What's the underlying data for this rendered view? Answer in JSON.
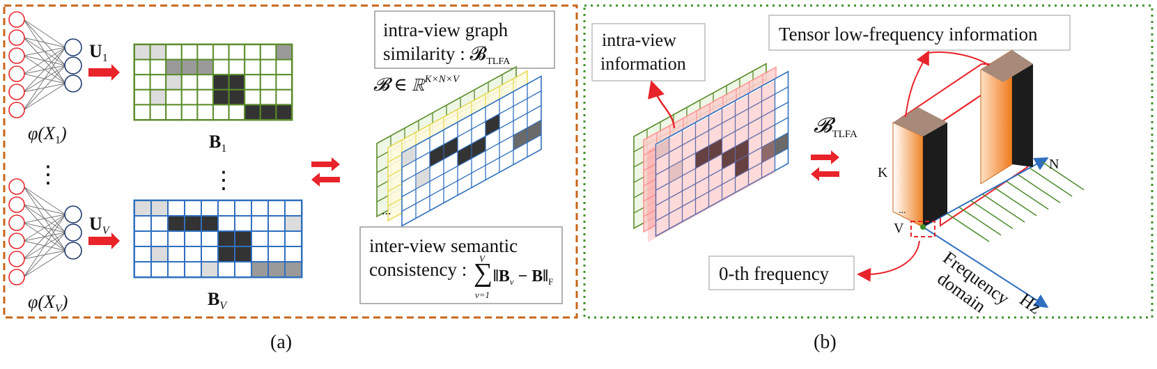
{
  "panel_a": {
    "label": "(a)",
    "view1": {
      "phi": "φ(X",
      "phi_sub": "1",
      "phi_close": ")",
      "proj": "U",
      "proj_sub": "1",
      "matrix": "B",
      "matrix_sub": "1"
    },
    "viewV": {
      "phi": "φ(X",
      "phi_sub": "V",
      "phi_close": ")",
      "proj": "U",
      "proj_sub": "V",
      "matrix": "B",
      "matrix_sub": "V"
    },
    "ellipsis": "⋮",
    "tensor_label": "𝓑 ∈ ℝ",
    "tensor_label_sup": "K×N×V",
    "tensor_dots": "...",
    "intra_box": {
      "line1": "intra-view graph",
      "line2": "similarity : 𝓑",
      "line2_sub": "TLFA"
    },
    "inter_box": {
      "line1": "inter-view semantic",
      "line2": "consistency :",
      "sum_top": "V",
      "sum_bottom": "v=1",
      "norm": "‖B",
      "norm_sub1": "v",
      "norm_mid": " − B‖",
      "norm_sub2": "F"
    }
  },
  "panel_b": {
    "label": "(b)",
    "intra_info": {
      "line1": "intra-view",
      "line2": "information"
    },
    "tensor_lf": "Tensor low-frequency information",
    "btlfa": "𝓑",
    "btlfa_sub": "TLFA",
    "axis_k": "K",
    "axis_n": "N",
    "axis_v": "V",
    "bar_dots": "...",
    "zero_freq": "0-th frequency",
    "freq_domain_1": "Frequency",
    "freq_domain_2": "domain",
    "hz": "Hz"
  },
  "colors": {
    "green": "#5b8c2a",
    "blue": "#2f6fbf",
    "red": "#e8232a",
    "orange_border": "#c8651a",
    "green_border": "#3f8f2a",
    "dark_cell": "#333333",
    "mid_cell": "#9a9a9a",
    "light_cell": "#dcdcdc"
  }
}
